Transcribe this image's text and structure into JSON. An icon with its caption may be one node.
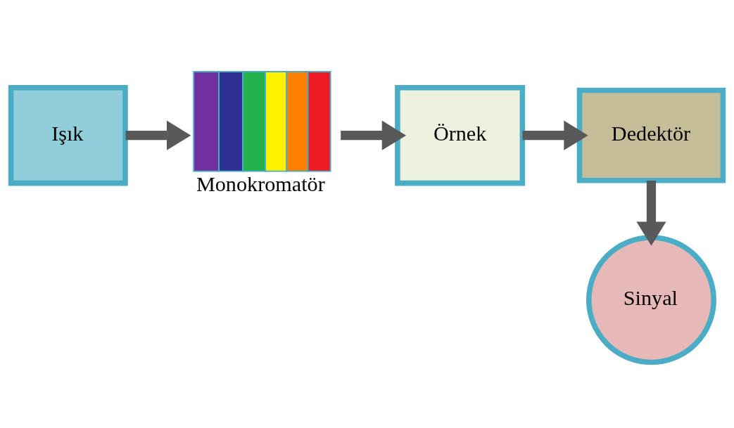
{
  "diagram": {
    "nodes": [
      {
        "text": [
          "Işık"
        ]
      },
      {
        "text": [
          "Monokromatör"
        ]
      },
      {
        "text": [
          "Örnek"
        ]
      },
      {
        "text": [
          "Dedektör"
        ]
      },
      {
        "text": [
          "Sinyal"
        ]
      }
    ],
    "edges": [
      {
        "from": 0,
        "to": 1,
        "arrow": "to"
      },
      {
        "from": 1,
        "to": 2,
        "arrow": "to"
      },
      {
        "from": 2,
        "to": 3,
        "arrow": "to"
      },
      {
        "from": 3,
        "to": 4,
        "arrow": "to"
      }
    ]
  }
}
